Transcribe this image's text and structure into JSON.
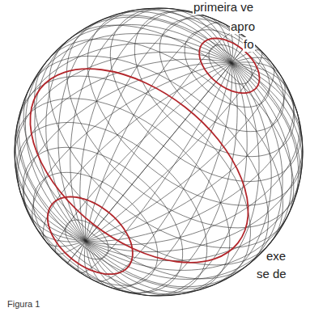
{
  "diagram": {
    "caption": "Figura 1",
    "labels": [
      "primeira ve",
      "apro",
      "fo",
      "exe",
      "se de"
    ]
  }
}
